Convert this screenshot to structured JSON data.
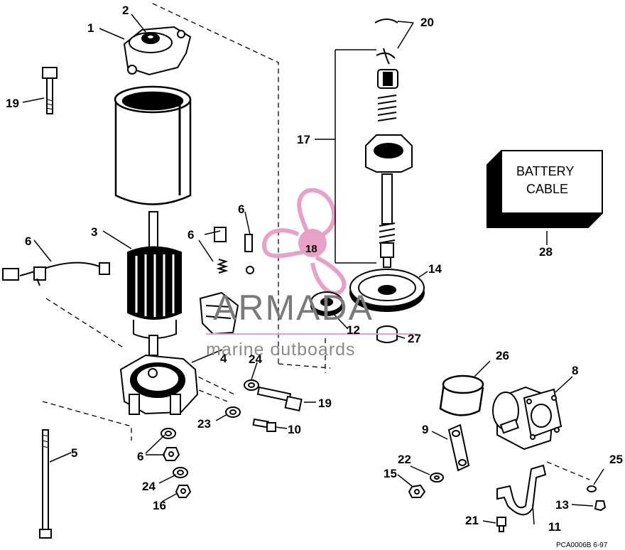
{
  "labels": {
    "l1": "1",
    "l2": "2",
    "l3": "3",
    "l4": "4",
    "l5": "5",
    "l6a": "6",
    "l6b": "6",
    "l6c": "6",
    "l6d": "6",
    "l8": "8",
    "l9": "9",
    "l10": "10",
    "l11": "11",
    "l12": "12",
    "l13": "13",
    "l14": "14",
    "l15": "15",
    "l16": "16",
    "l17": "17",
    "l19a": "19",
    "l19b": "19",
    "l20": "20",
    "l21": "21",
    "l22": "22",
    "l23": "23",
    "l24a": "24",
    "l24b": "24",
    "l25": "25",
    "l26": "26",
    "l27": "27",
    "l28": "28"
  },
  "battery_box": {
    "line1": "BATTERY",
    "line2": "CABLE"
  },
  "watermark": {
    "number": "18",
    "brand": "ARMADA",
    "tagline": "marine outboards",
    "color": "#e8a0c8"
  },
  "footer_code": "PCA0006B  6-97"
}
